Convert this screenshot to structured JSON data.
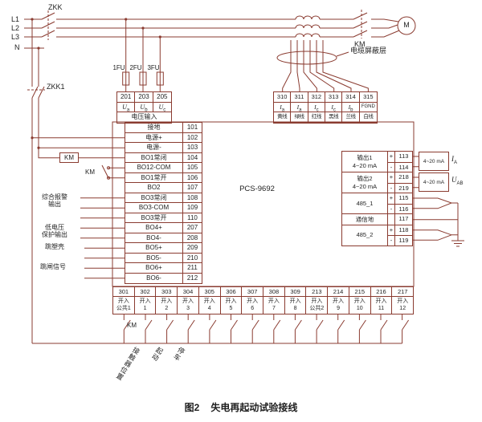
{
  "colors": {
    "line": "#8a3b30",
    "text": "#1f1f1f",
    "background": "#ffffff"
  },
  "top": {
    "zkk": "ZKK",
    "zkk1": "ZKK1",
    "phases": [
      "L1",
      "L2",
      "L3",
      "N"
    ],
    "fuses": [
      "1FU",
      "2FU",
      "3FU"
    ],
    "km": "KM",
    "motor": "M",
    "shield": "电缆屏蔽层"
  },
  "voltage_block": {
    "title": "电压输入",
    "nums": [
      "201",
      "203",
      "205"
    ],
    "sym": "U",
    "subs": [
      "a",
      "b",
      "c"
    ]
  },
  "current_block": {
    "nums": [
      "310",
      "311",
      "312",
      "313",
      "314",
      "315"
    ],
    "sym": "I",
    "subs": [
      "a",
      "a",
      "c",
      "c",
      "b"
    ],
    "fgnd": "FGND",
    "wires": [
      "黄线",
      "绿线",
      "红线",
      "黑线",
      "兰线",
      "白线"
    ]
  },
  "device": {
    "model": "PCS-9692"
  },
  "left_terminals": [
    {
      "label": "接地",
      "num": "101"
    },
    {
      "label": "电源+",
      "num": "102"
    },
    {
      "label": "电源-",
      "num": "103"
    },
    {
      "label": "BO1常闭",
      "num": "104"
    },
    {
      "label": "BO12-COM",
      "num": "105"
    },
    {
      "label": "BO1常开",
      "num": "106"
    },
    {
      "label": "BO2",
      "num": "107"
    },
    {
      "label": "BO3常闭",
      "num": "108"
    },
    {
      "label": "BO3-COM",
      "num": "109"
    },
    {
      "label": "BO3常开",
      "num": "110"
    },
    {
      "label": "BO4+",
      "num": "207"
    },
    {
      "label": "BO4-",
      "num": "208"
    },
    {
      "label": "BO5+",
      "num": "209"
    },
    {
      "label": "BO5-",
      "num": "210"
    },
    {
      "label": "BO6+",
      "num": "211"
    },
    {
      "label": "BO6-",
      "num": "212"
    }
  ],
  "left_labels": {
    "km_coil": "KM",
    "km_contact": "KM",
    "alarm1": "综合报警",
    "alarm2": "输出",
    "lv1": "低电压",
    "lv2": "保护输出",
    "trip_case": "跳塑壳",
    "trip_signal": "跳闸信号"
  },
  "output_block": {
    "groups": [
      {
        "l1": "输出1",
        "l2": "4~20 mA"
      },
      {
        "l1": "输出2",
        "l2": "4~20 mA"
      },
      {
        "l1": "485_1",
        "l2": ""
      },
      {
        "l1": "通信地",
        "l2": ""
      },
      {
        "l1": "485_2",
        "l2": ""
      }
    ],
    "rows": [
      {
        "sign": "+",
        "num": "113"
      },
      {
        "sign": "-",
        "num": "114"
      },
      {
        "sign": "+",
        "num": "218"
      },
      {
        "sign": "-",
        "num": "219"
      },
      {
        "sign": "+",
        "num": "115"
      },
      {
        "sign": "-",
        "num": "116"
      },
      {
        "sign": "",
        "num": "117"
      },
      {
        "sign": "+",
        "num": "118"
      },
      {
        "sign": "-",
        "num": "119"
      }
    ],
    "load1": {
      "text": "4~20 mA",
      "sym": "I",
      "sub": "A"
    },
    "load2": {
      "text": "4~20 mA",
      "sym": "U",
      "sub": "AB"
    }
  },
  "bottom_terminals": [
    {
      "num": "301",
      "l1": "开入",
      "l2": "公共1"
    },
    {
      "num": "302",
      "l1": "开入",
      "l2": "1"
    },
    {
      "num": "303",
      "l1": "开入",
      "l2": "2"
    },
    {
      "num": "304",
      "l1": "开入",
      "l2": "3"
    },
    {
      "num": "305",
      "l1": "开入",
      "l2": "4"
    },
    {
      "num": "306",
      "l1": "开入",
      "l2": "5"
    },
    {
      "num": "307",
      "l1": "开入",
      "l2": "6"
    },
    {
      "num": "308",
      "l1": "开入",
      "l2": "7"
    },
    {
      "num": "309",
      "l1": "开入",
      "l2": "8"
    },
    {
      "num": "213",
      "l1": "开入",
      "l2": "公共2"
    },
    {
      "num": "214",
      "l1": "开入",
      "l2": "9"
    },
    {
      "num": "215",
      "l1": "开入",
      "l2": "10"
    },
    {
      "num": "216",
      "l1": "开入",
      "l2": "11"
    },
    {
      "num": "217",
      "l1": "开入",
      "l2": "12"
    }
  ],
  "bottom_labels": {
    "km": "KM",
    "contactor_pos": "接触器位置",
    "start": "起动",
    "stop": "停车"
  },
  "caption": {
    "fig": "图2",
    "title": "失电再起动试验接线"
  }
}
